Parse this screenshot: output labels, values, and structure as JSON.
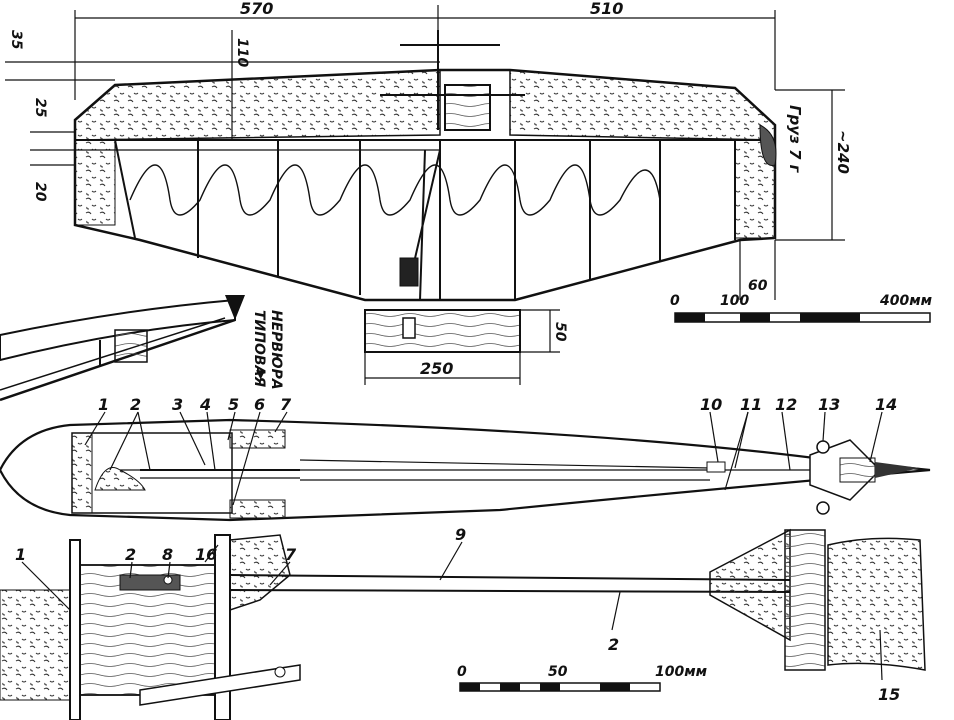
{
  "dimensions": {
    "left_span": "570",
    "right_span": "510",
    "d35": "35",
    "d110": "110",
    "d25": "25",
    "d20": "20",
    "chord": "~240",
    "d60": "60",
    "d50": "50",
    "stab_span": "250",
    "weight_note": "Груз 7 г"
  },
  "scale_top": {
    "zero": "0",
    "mid": "100",
    "end": "400мм"
  },
  "scale_bottom": {
    "zero": "0",
    "mid": "50",
    "end": "100мм"
  },
  "rib_label": {
    "line1": "ТИПОВАЯ",
    "line2": "НЕРВЮРА",
    "marker": "▼"
  },
  "part_numbers": [
    "1",
    "2",
    "3",
    "4",
    "5",
    "6",
    "7",
    "8",
    "9",
    "10",
    "11",
    "12",
    "13",
    "14",
    "15",
    "16"
  ],
  "bottom_part_labels": {
    "p1": "1",
    "p2a": "2",
    "p8": "8",
    "p16": "16",
    "p7": "7",
    "p9": "9",
    "p2b": "2",
    "p15": "15"
  },
  "colors": {
    "ink": "#111111",
    "paper": "#ffffff"
  }
}
